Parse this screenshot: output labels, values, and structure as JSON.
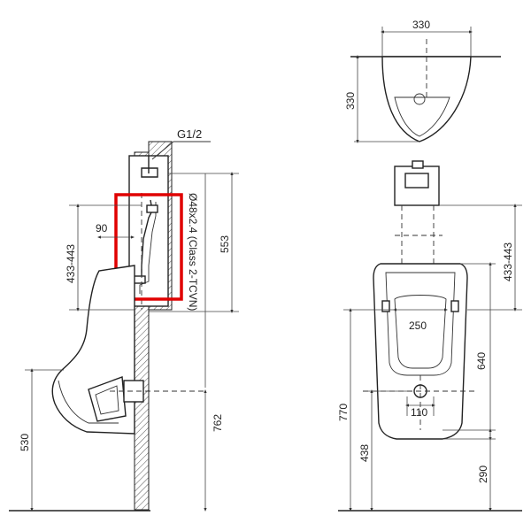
{
  "labels": {
    "pipe_thread": "G1/2",
    "pipe_spec": "Ø48x2.4 (Class 2-TCVN)",
    "dim_90": "90",
    "dim_433_443_left": "433-443",
    "dim_553": "553",
    "dim_530": "530",
    "dim_762": "762",
    "dim_330_top": "330",
    "dim_330_side": "330",
    "dim_433_443_right": "433-443",
    "dim_250": "250",
    "dim_640": "640",
    "dim_770": "770",
    "dim_110": "110",
    "dim_438": "438",
    "dim_290": "290"
  },
  "highlight": {
    "color": "#e00000",
    "target": "flush valve pipe"
  }
}
